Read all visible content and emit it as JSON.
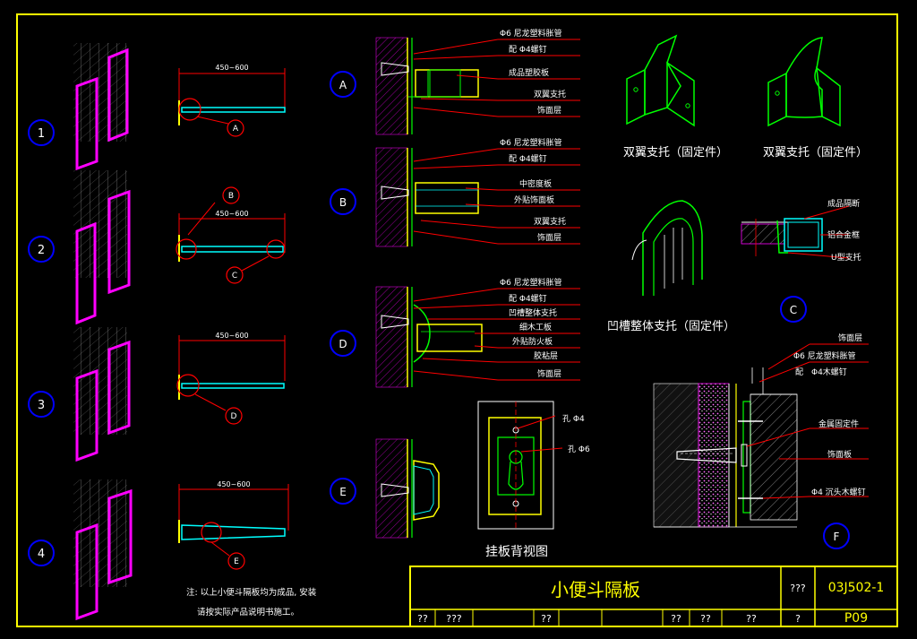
{
  "colors": {
    "frame": "#ffff00",
    "tile": "#ffffff",
    "panel": "#ff00ff",
    "leader": "#ff0000",
    "dim": "#ff0000",
    "annotation": "#ffffff",
    "marker": "#0000ff",
    "bracket": "#00ff00",
    "cyan": "#00ffff"
  },
  "left_details": [
    {
      "num": "1",
      "dim": "450~600",
      "callouts": [
        "A"
      ]
    },
    {
      "num": "2",
      "dim": "450~600",
      "callouts": [
        "B",
        "C"
      ]
    },
    {
      "num": "3",
      "dim": "450~600",
      "callouts": [
        "D"
      ]
    },
    {
      "num": "4",
      "dim": "450~600",
      "callouts": [
        "E"
      ]
    }
  ],
  "note": [
    "注: 以上小便斗隔板均为成品, 安装",
    "请按实际产品说明书施工。"
  ],
  "detail_A": {
    "tag": "A",
    "labels": [
      "Φ6 尼龙塑料胀管",
      "配 Φ4螺钉",
      "成品塑胶板",
      "双翼支托",
      "饰面层"
    ]
  },
  "detail_B": {
    "tag": "B",
    "labels": [
      "Φ6 尼龙塑料胀管",
      "配 Φ4螺钉",
      "中密度板",
      "外贴饰面板",
      "双翼支托",
      "饰面层"
    ]
  },
  "detail_D": {
    "tag": "D",
    "labels": [
      "Φ6 尼龙塑料胀管",
      "配 Φ4螺钉",
      "凹槽整体支托",
      "细木工板",
      "外贴防火板",
      "胶粘层",
      "饰面层"
    ]
  },
  "detail_E": {
    "tag": "E"
  },
  "back_view": {
    "title": "挂板背视图",
    "labels": [
      "孔 Φ4",
      "孔 Φ6"
    ]
  },
  "brackets": [
    {
      "caption": "双翼支托（固定件）"
    },
    {
      "caption": "双翼支托（固定件）"
    },
    {
      "caption": "凹槽整体支托（固定件）"
    }
  ],
  "detail_C": {
    "tag": "C",
    "labels": [
      "成品隔断",
      "铝合金框",
      "U型支托"
    ]
  },
  "detail_F": {
    "tag": "F",
    "labels": [
      "饰面层",
      "Φ6 尼龙塑料胀管",
      "配",
      "Φ4木螺钉",
      "金属固定件",
      "饰面板",
      "Φ4 沉头木螺钉"
    ]
  },
  "title_block": {
    "title": "小便斗隔板",
    "atlas_label": "???",
    "atlas_code": "03J502-1",
    "row2": [
      "??",
      "???",
      "??",
      "??",
      "??",
      "??",
      "?"
    ],
    "page": "P09"
  }
}
